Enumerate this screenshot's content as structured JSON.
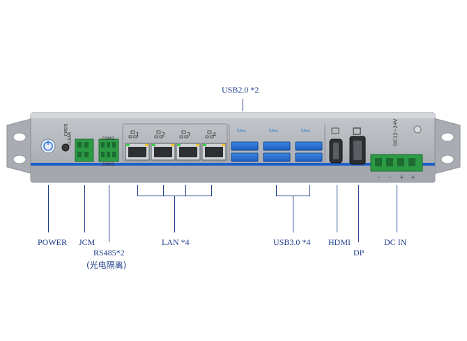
{
  "callouts": {
    "usb2": "USB2.0 *2",
    "power": "POWER",
    "jcm": "JCM",
    "rs485": "RS485*2",
    "rs485_sub": "(光电隔离)",
    "lan": "LAN *4",
    "usb3": "USB3.0 *4",
    "hdmi": "HDMI",
    "dp": "DP",
    "dcin": "DC IN"
  },
  "panel": {
    "clear_label": "CLEAR",
    "cmos_label": "CMOS",
    "com2_label": "COM2",
    "com1_label": "COM1",
    "lan_numbers": [
      "1",
      "2",
      "3",
      "4"
    ],
    "dc_voltage_label": "DC12~24V",
    "dc_pins": [
      "-",
      "-",
      "+",
      "+"
    ]
  },
  "colors": {
    "chassis": "#a9acb2",
    "accent_stripe": "#1c5fc8",
    "terminal_green": "#2c9a45",
    "usb3_blue": "#2b76d6",
    "callout_blue": "#1f3f8a"
  }
}
